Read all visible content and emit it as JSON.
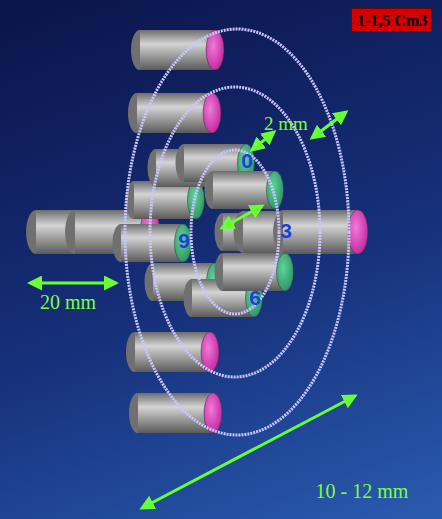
{
  "diagram": {
    "nodes": [
      {
        "text": [
          "1-1,5 Cm3"
        ]
      }
    ],
    "labels": [
      "2 mm",
      "0",
      "9",
      "3",
      "6",
      "20 mm",
      "10 - 12 mm"
    ]
  }
}
